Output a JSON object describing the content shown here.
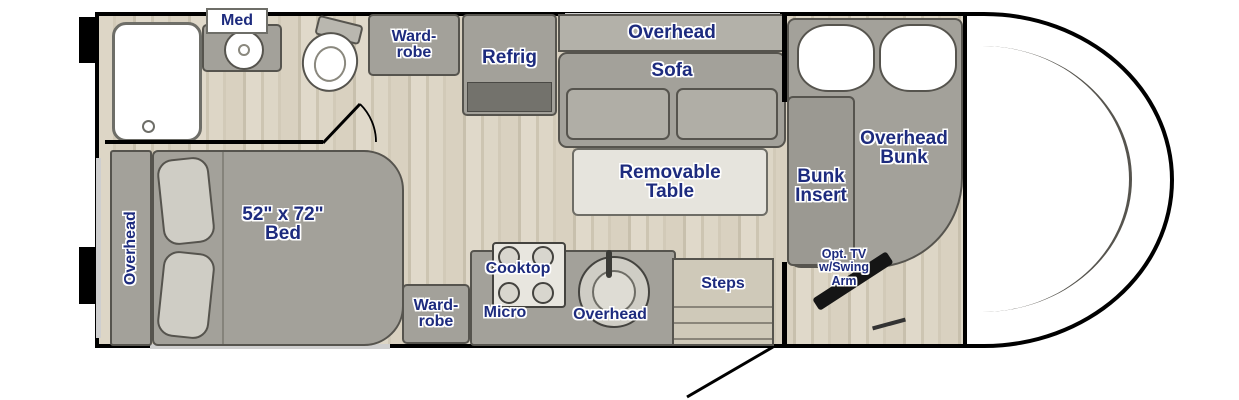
{
  "colors": {
    "label_navy": "#1d2b7e",
    "furniture_gray": "#a3a19a",
    "floor_tan": "#d9d2c2",
    "outline_black": "#000000"
  },
  "labels": {
    "med": "Med",
    "wardrobe_top": {
      "l1": "Ward-",
      "l2": "robe"
    },
    "refrig": "Refrig",
    "overhead_top": "Overhead",
    "sofa": "Sofa",
    "table": {
      "l1": "Removable",
      "l2": "Table"
    },
    "bunk_insert": {
      "l1": "Bunk",
      "l2": "Insert"
    },
    "overhead_bunk": {
      "l1": "Overhead",
      "l2": "Bunk"
    },
    "bed": {
      "l1": "52\" x 72\"",
      "l2": "Bed"
    },
    "overhead_bed": "Overhead",
    "wardrobe_bottom": {
      "l1": "Ward-",
      "l2": "robe"
    },
    "cooktop": "Cooktop",
    "micro": "Micro",
    "overhead_galley": "Overhead",
    "steps": "Steps",
    "tv": {
      "l1": "Opt. TV",
      "l2": "w/Swing",
      "l3": "Arm"
    }
  }
}
